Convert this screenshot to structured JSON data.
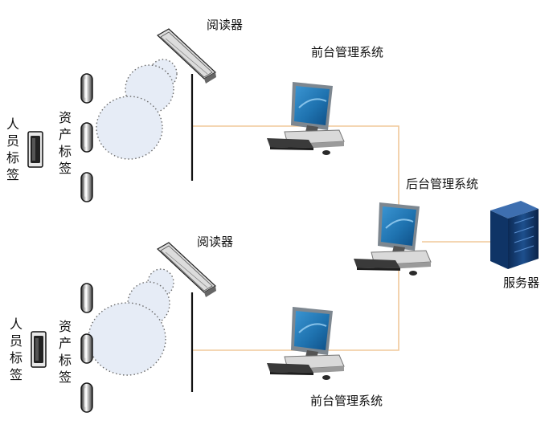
{
  "labels": {
    "reader_top": "阅读器",
    "reader_bottom": "阅读器",
    "front_system_top": "前台管理系统",
    "front_system_bottom": "前台管理系统",
    "back_system": "后台管理系统",
    "server": "服务器",
    "person_tag_top": "人员标签",
    "asset_tag_top": "资产标签",
    "person_tag_bottom": "人员标签",
    "asset_tag_bottom": "资产标签"
  },
  "colors": {
    "link_line": "#f0c89a",
    "pole": "#111111",
    "wave_fill": "#e6ecf6",
    "wave_dots": "#6a6a6a",
    "screen_blue": "#1f73b0",
    "server_blue": "#12396e"
  },
  "icons": [
    "reader-antenna-icon",
    "desktop-computer-icon",
    "server-tower-icon",
    "asset-tag-icon",
    "person-tag-icon"
  ]
}
